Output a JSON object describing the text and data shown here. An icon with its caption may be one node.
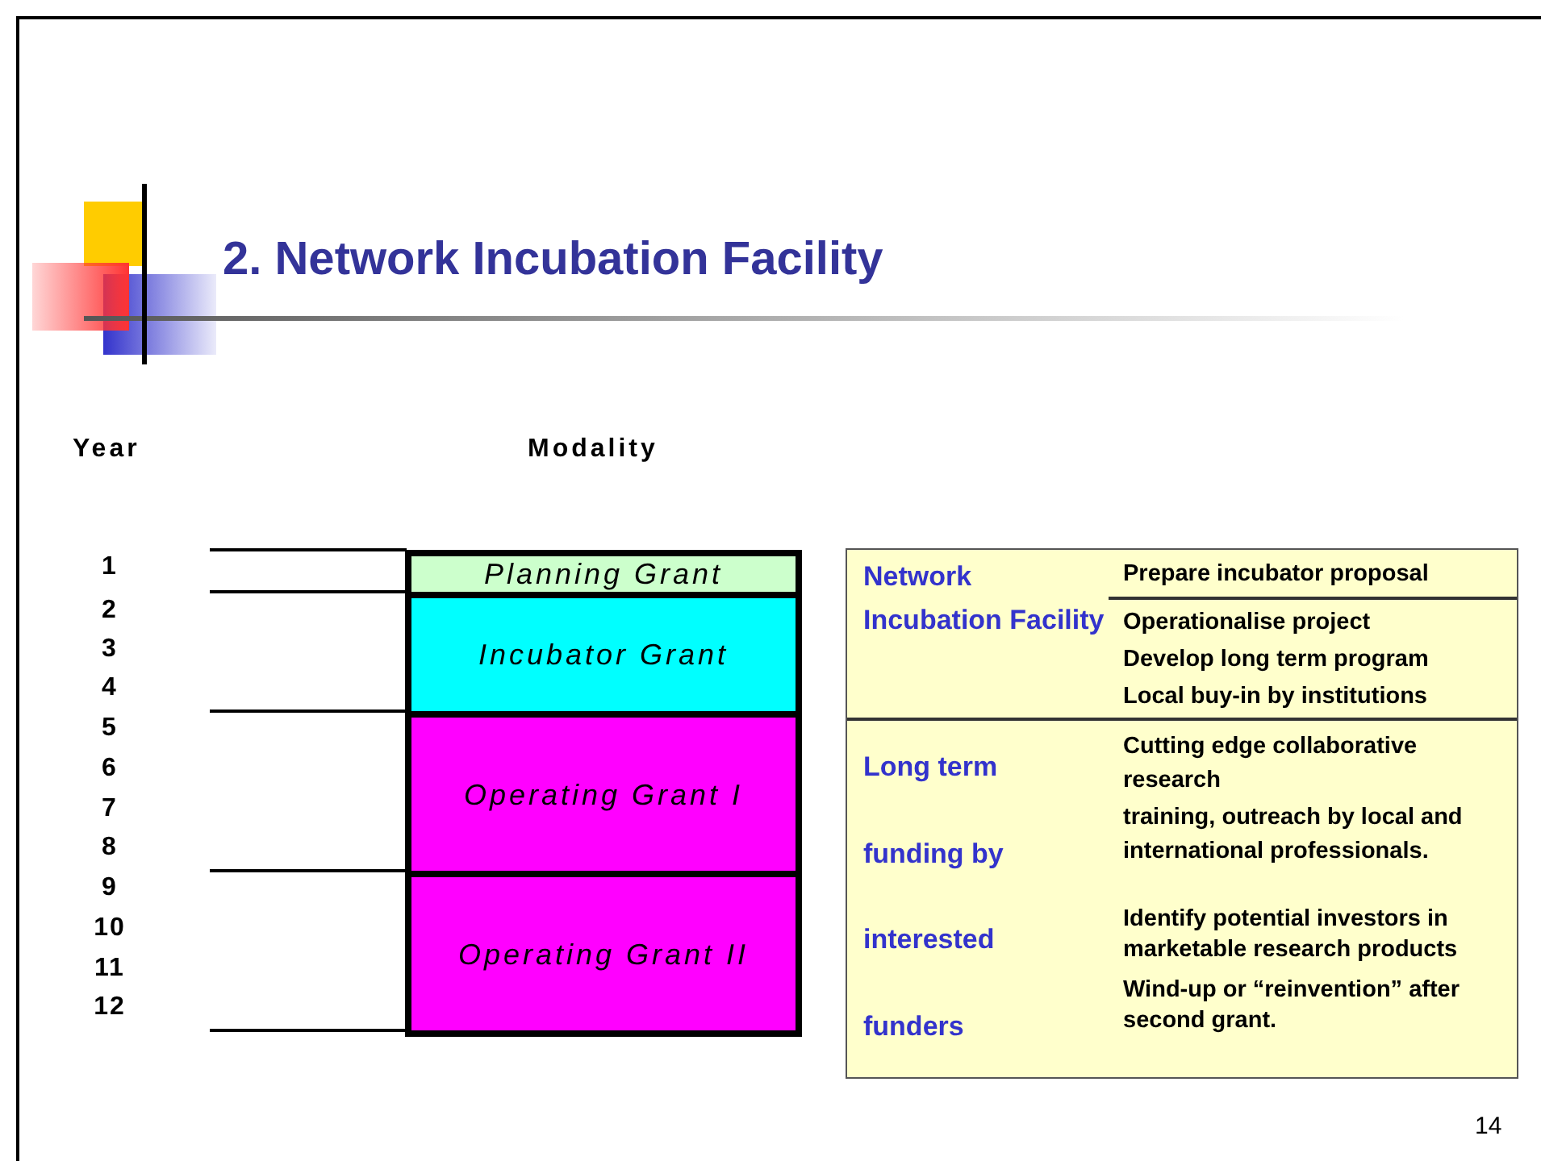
{
  "diagram": {
    "title": "2.  Network Incubation Facility",
    "nodes": [
      {
        "text": [
          "Planning Grant"
        ]
      },
      {
        "text": [
          "Incubator Grant"
        ]
      },
      {
        "text": [
          "Operating Grant I"
        ]
      },
      {
        "text": [
          "Operating Grant II"
        ]
      }
    ],
    "labels": [
      "Year",
      "Modality",
      "1",
      "2",
      "3",
      "4",
      "5",
      "6",
      "7",
      "8",
      "9",
      "10",
      "11",
      "12",
      "Network Incubation Facility",
      "Prepare incubator proposal",
      "Operationalise project",
      "Develop long term program",
      "Local buy-in by institutions",
      "Long term funding by interested funders",
      "Cutting edge collaborative research",
      "training, outreach by local and international professionals.",
      "Identify potential investors in marketable research products",
      "Wind-up or “reinvention” after second grant.",
      "14"
    ]
  }
}
